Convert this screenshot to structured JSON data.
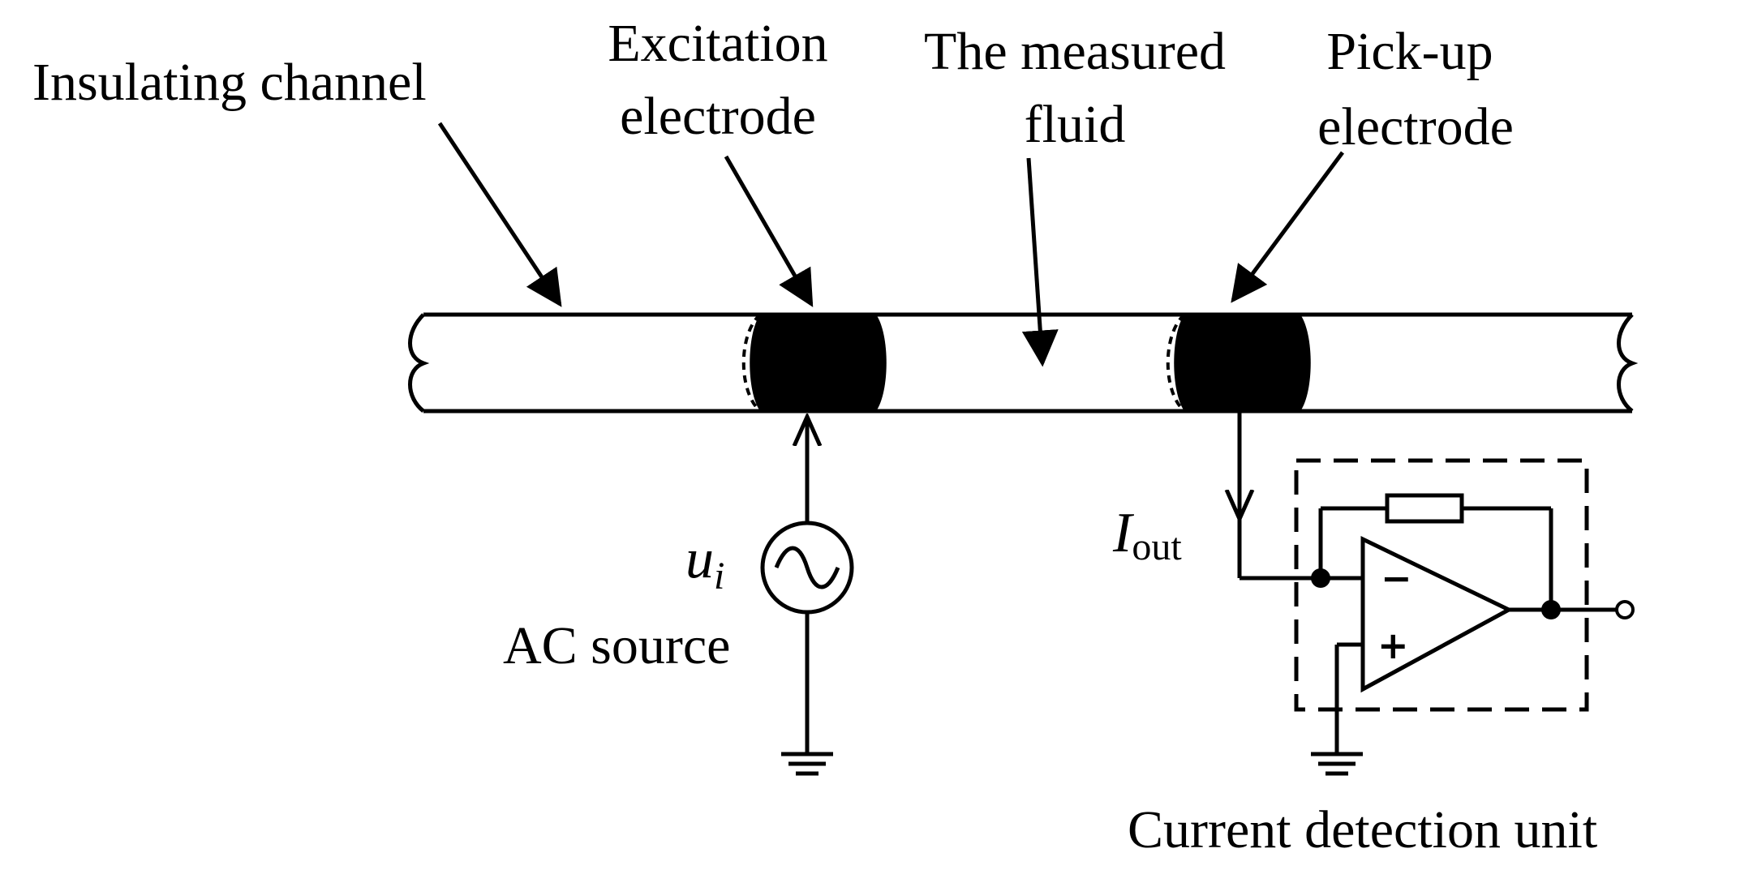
{
  "labels": {
    "insulating_channel": "Insulating channel",
    "excitation_line1": "Excitation",
    "excitation_line2": "electrode",
    "fluid_line1": "The measured",
    "fluid_line2": "fluid",
    "pickup_line1": "Pick-up",
    "pickup_line2": "electrode",
    "source_symbol": "u",
    "source_subscript": "i",
    "ac_source": "AC source",
    "current_symbol": "I",
    "current_subscript": "out",
    "current_detection_unit": "Current detection unit"
  },
  "opamp": {
    "minus_sign": "−",
    "plus_sign": "+"
  },
  "colors": {
    "line": "#000000",
    "electrode_fill": "#000000",
    "background": "#ffffff"
  }
}
